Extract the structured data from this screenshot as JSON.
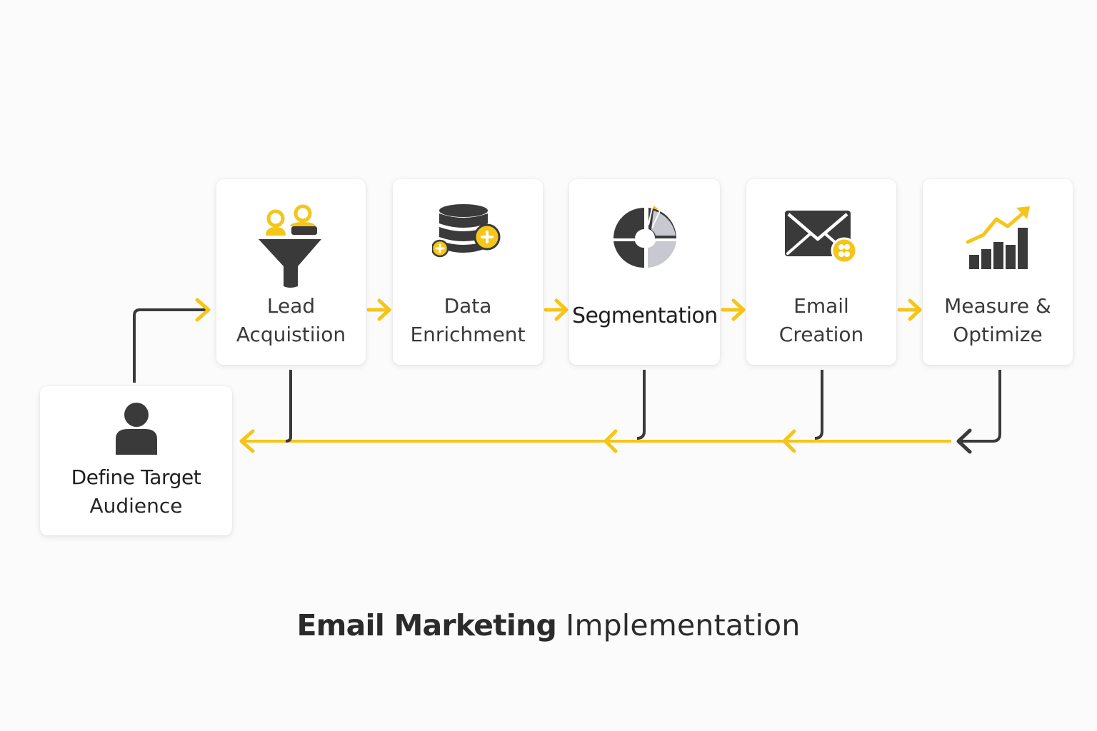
{
  "title": {
    "bold": "Email Marketing",
    "regular": "Implementation"
  },
  "colors": {
    "accent": "#f5c518",
    "dark": "#3a3a3a",
    "light_gray": "#c8c9d0",
    "card": "#ffffff",
    "background": "#fbfbfb"
  },
  "steps": [
    {
      "id": "define-target-audience",
      "lines": [
        "Define Target",
        "Audience"
      ],
      "icon": "person-icon"
    },
    {
      "id": "lead-acquisition",
      "lines": [
        "Lead",
        "Acquistiion"
      ],
      "icon": "funnel-people-icon"
    },
    {
      "id": "data-enrichment",
      "lines": [
        "Data",
        "Enrichment"
      ],
      "icon": "database-plus-icon"
    },
    {
      "id": "segmentation",
      "lines": [
        "Segmentation"
      ],
      "icon": "pie-chart-icon"
    },
    {
      "id": "email-creation",
      "lines": [
        "Email",
        "Creation"
      ],
      "icon": "envelope-icon"
    },
    {
      "id": "measure-optimize",
      "lines": [
        "Measure &",
        "Optimize"
      ],
      "icon": "growth-chart-icon"
    }
  ],
  "flow": {
    "forward": [
      "define-target-audience",
      "lead-acquisition",
      "data-enrichment",
      "segmentation",
      "email-creation",
      "measure-optimize"
    ],
    "feedback": {
      "from": [
        "measure-optimize",
        "email-creation",
        "segmentation",
        "lead-acquisition"
      ],
      "to": "define-target-audience"
    }
  }
}
